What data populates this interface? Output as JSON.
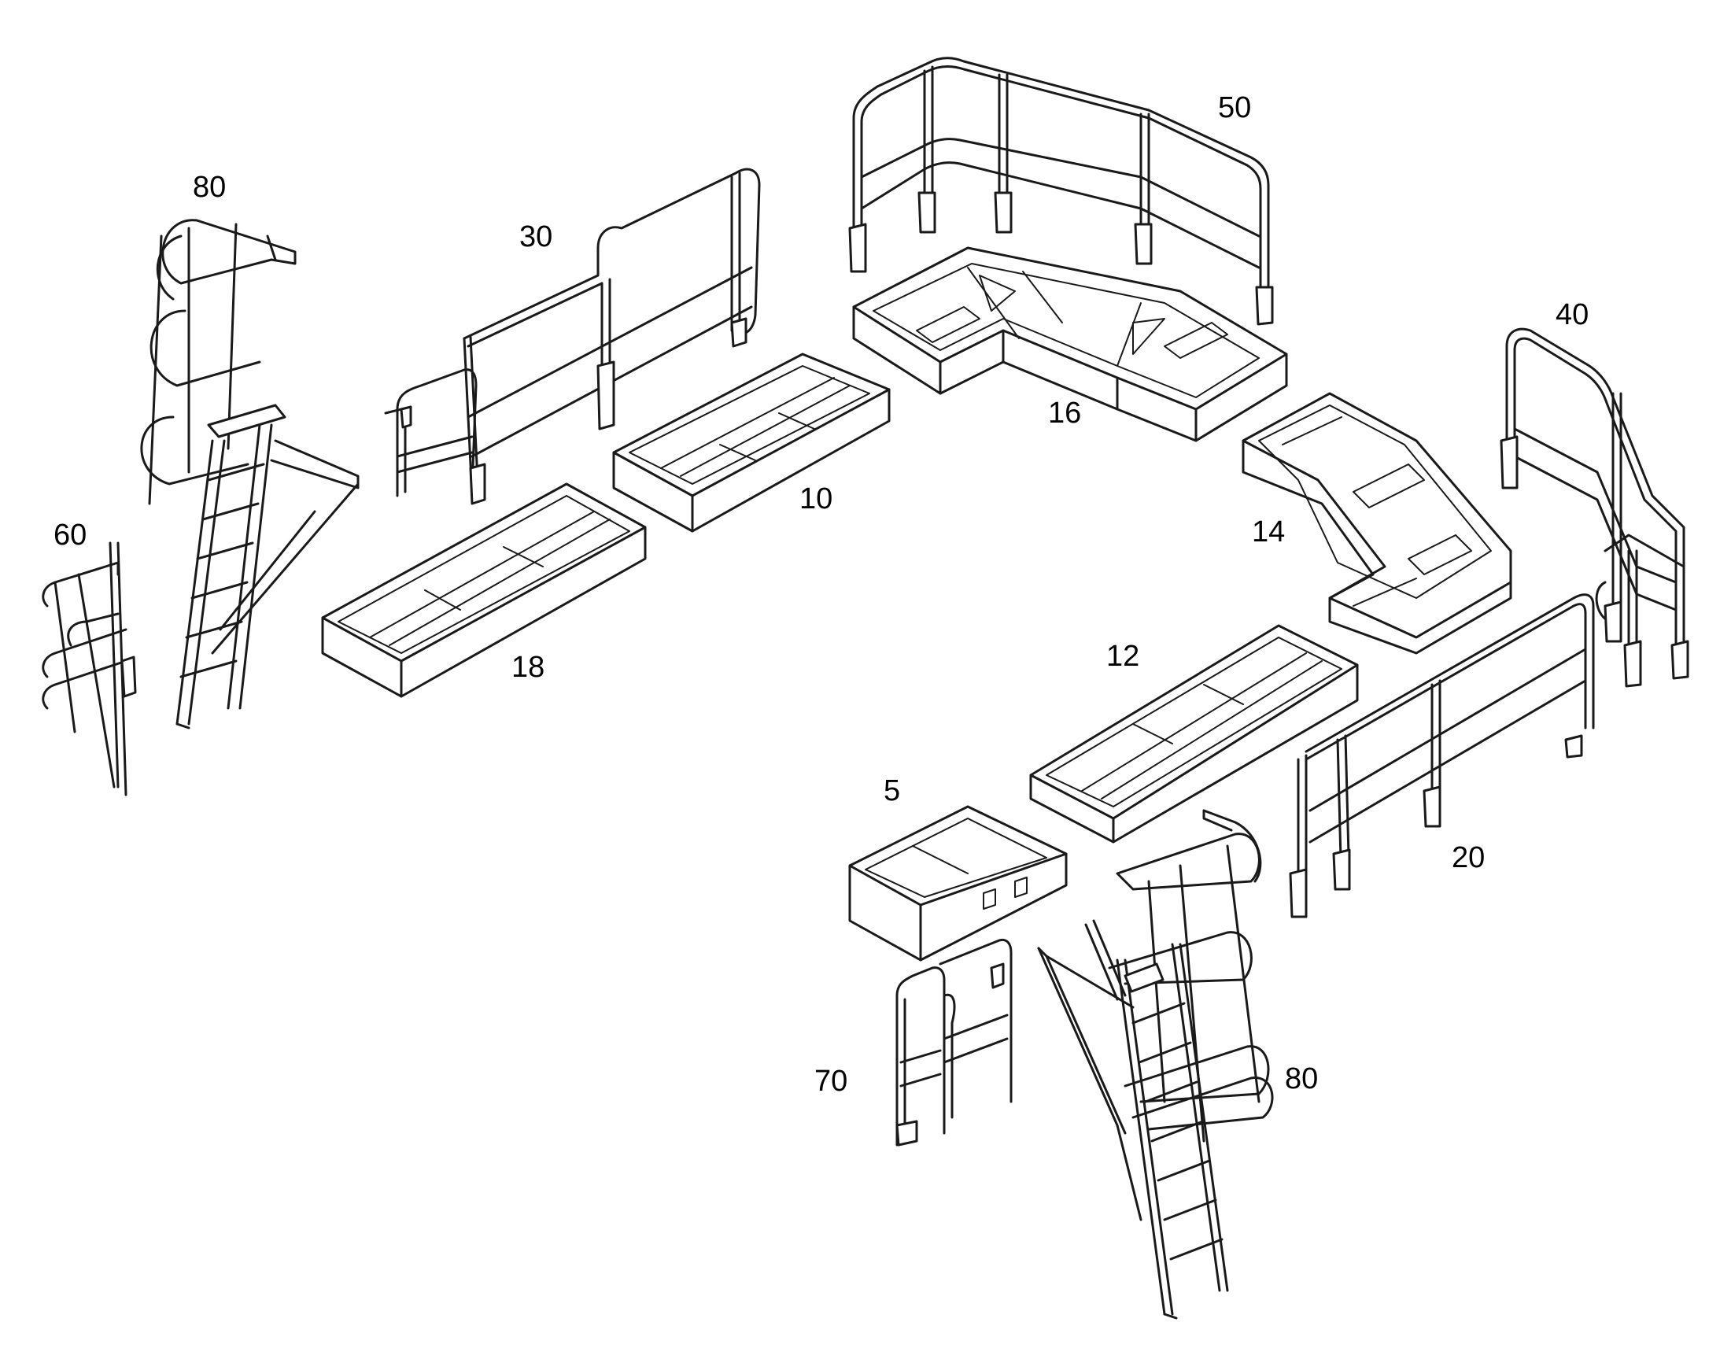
{
  "callouts": {
    "c80_top": "80",
    "c30": "30",
    "c50": "50",
    "c40": "40",
    "c60": "60",
    "c16": "16",
    "c10": "10",
    "c14": "14",
    "c18": "18",
    "c12": "12",
    "c5": "5",
    "c20": "20",
    "c70": "70",
    "c80_bottom": "80"
  },
  "colors": {
    "line": "#1a1a1a",
    "background": "#ffffff"
  }
}
